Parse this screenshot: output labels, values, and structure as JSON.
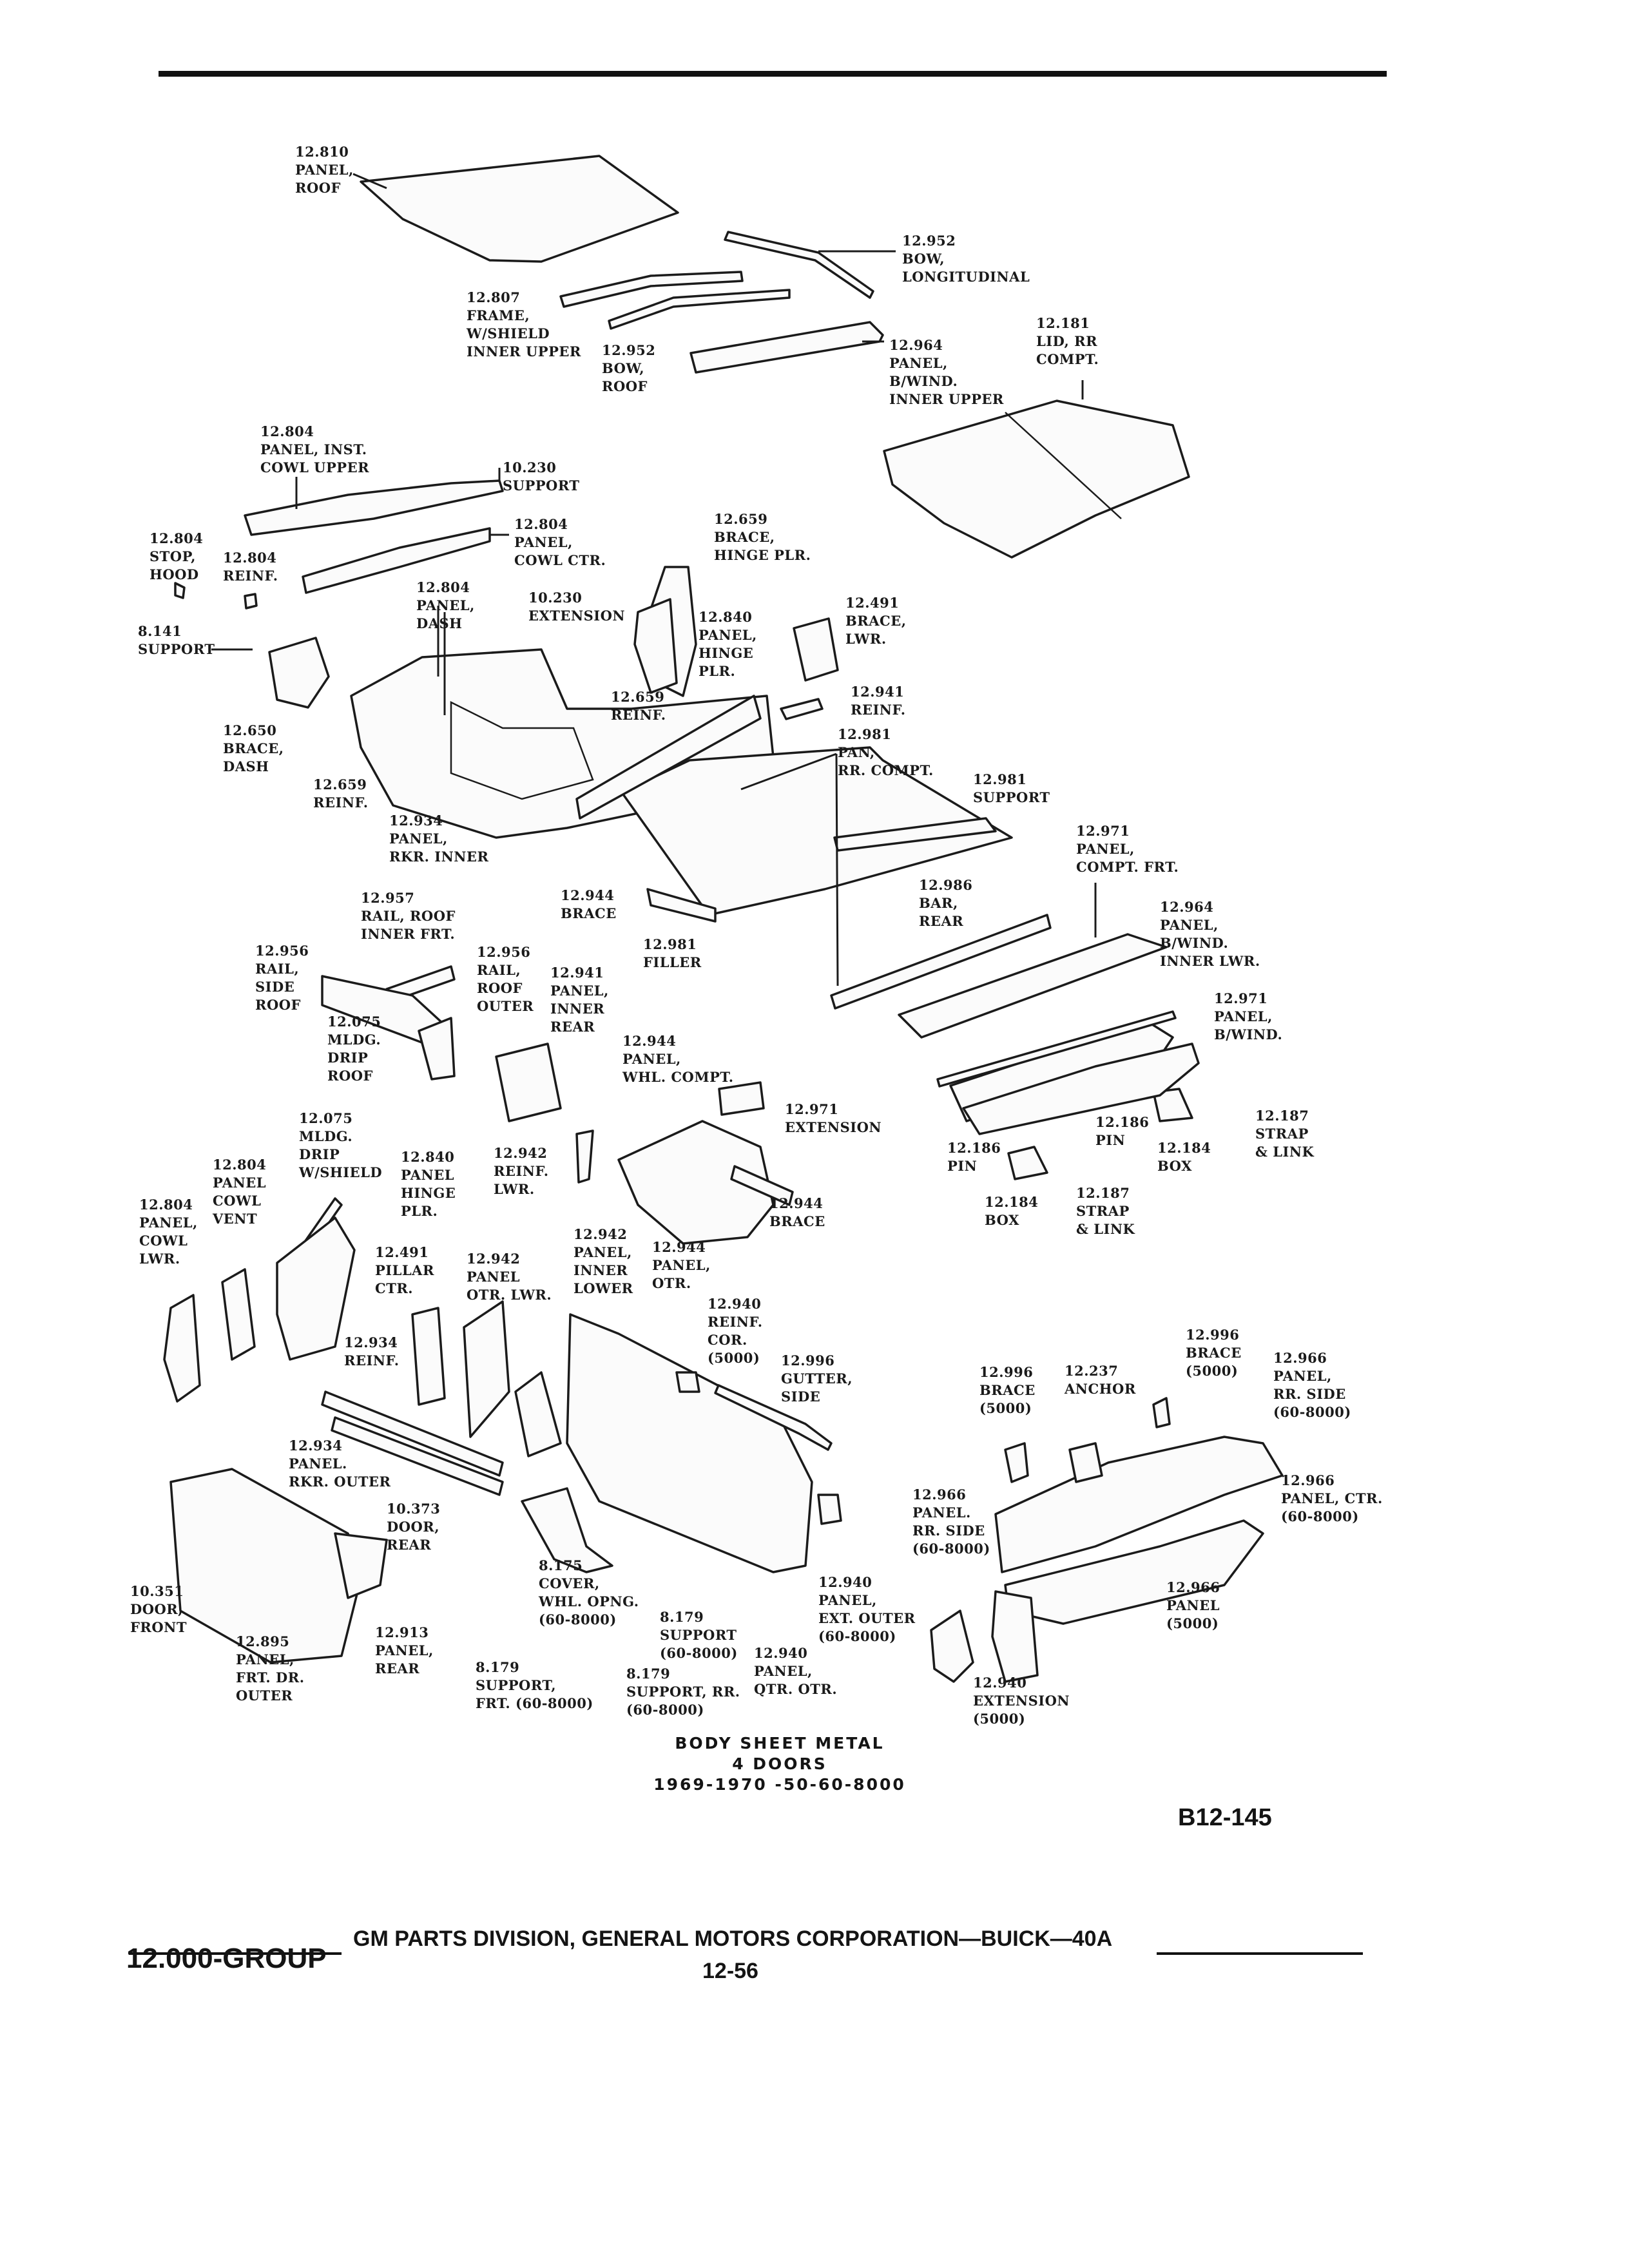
{
  "labels": [
    "12.810\nPANEL,\nROOF",
    "12.952\nBOW,\nLONGITUDINAL",
    "12.807\nFRAME,\nW/SHIELD\nINNER UPPER",
    "12.952\nBOW,\nROOF",
    "12.964\nPANEL,\nB/WIND.\nINNER UPPER",
    "12.181\nLID, RR\nCOMPT.",
    "12.804\nPANEL, INST.\nCOWL UPPER",
    "10.230\nSUPPORT",
    "12.804\nPANEL,\nCOWL CTR.",
    "12.659\nBRACE,\nHINGE PLR.",
    "12.804\nSTOP,\nHOOD",
    "12.804\nREINF.",
    "12.804\nPANEL,\nDASH",
    "10.230\nEXTENSION",
    "12.840\nPANEL,\nHINGE\nPLR.",
    "12.491\nBRACE,\nLWR.",
    "8.141\nSUPPORT",
    "12.941\nREINF.",
    "12.659\nREINF.",
    "12.650\nBRACE,\nDASH",
    "12.981\nPAN,\nRR. COMPT.",
    "12.981\nSUPPORT",
    "12.659\nREINF.",
    "12.934\nPANEL,\nRKR. INNER",
    "12.971\nPANEL,\nCOMPT. FRT.",
    "12.957\nRAIL, ROOF\nINNER FRT.",
    "12.944\nBRACE",
    "12.986\nBAR,\nREAR",
    "12.964\nPANEL,\nB/WIND.\nINNER LWR.",
    "12.956\nRAIL,\nSIDE\nROOF",
    "12.956\nRAIL,\nROOF\nOUTER",
    "12.941\nPANEL,\nINNER\nREAR",
    "12.981\nFILLER",
    "12.971\nPANEL,\nB/WIND.",
    "12.075\nMLDG.\nDRIP\nROOF",
    "12.944\nPANEL,\nWHL. COMPT.",
    "12.971\nEXTENSION",
    "12.187\nSTRAP\n& LINK",
    "12.186\nPIN",
    "12.184\nBOX",
    "12.075\nMLDG.\nDRIP\nW/SHIELD",
    "12.942\nREINF.\nLWR.",
    "12.186\nPIN",
    "12.187\nSTRAP\n& LINK",
    "12.184\nBOX",
    "12.804\nPANEL\nCOWL\nVENT",
    "12.840\nPANEL\nHINGE\nPLR.",
    "12.944\nBRACE",
    "12.804\nPANEL,\nCOWL\nLWR.",
    "12.942\nPANEL,\nINNER\nLOWER",
    "12.944\nPANEL,\nOTR.",
    "12.491\nPILLAR\nCTR.",
    "12.942\nPANEL\nOTR. LWR.",
    "12.940\nREINF.\nCOR.\n(5000)",
    "12.996\nBRACE\n(5000)",
    "12.934\nREINF.",
    "12.996\nGUTTER,\nSIDE",
    "12.996\nBRACE\n(5000)",
    "12.237\nANCHOR",
    "12.966\nPANEL,\nRR. SIDE\n(60-8000)",
    "12.934\nPANEL.\nRKR. OUTER",
    "12.966\nPANEL, CTR.\n(60-8000)",
    "10.373\nDOOR,\nREAR",
    "12.966\nPANEL.\nRR. SIDE\n(60-8000)",
    "12.940\nPANEL,\nEXT. OUTER\n(60-8000)",
    "10.351\nDOOR,\nFRONT",
    "12.913\nPANEL,\nREAR",
    "8.175\nCOVER,\nWHL. OPNG.\n(60-8000)",
    "8.179\nSUPPORT\n(60-8000)",
    "12.966\nPANEL\n(5000)",
    "12.895\nPANEL,\nFRT. DR.\nOUTER",
    "12.940\nPANEL,\nQTR. OTR.",
    "12.940\nEXTENSION\n(5000)",
    "8.179\nSUPPORT,\nFRT. (60-8000)",
    "8.179\nSUPPORT, RR.\n(60-8000)"
  ],
  "caption": {
    "line1": "BODY SHEET METAL",
    "line2": "4 DOORS",
    "line3": "1969-1970 -50-60-8000"
  },
  "ref_code": "B12-145",
  "footer": {
    "group": "12.000-GROUP",
    "division": "GM PARTS DIVISION, GENERAL MOTORS CORPORATION—BUICK—40A",
    "page_number": "12-56"
  }
}
